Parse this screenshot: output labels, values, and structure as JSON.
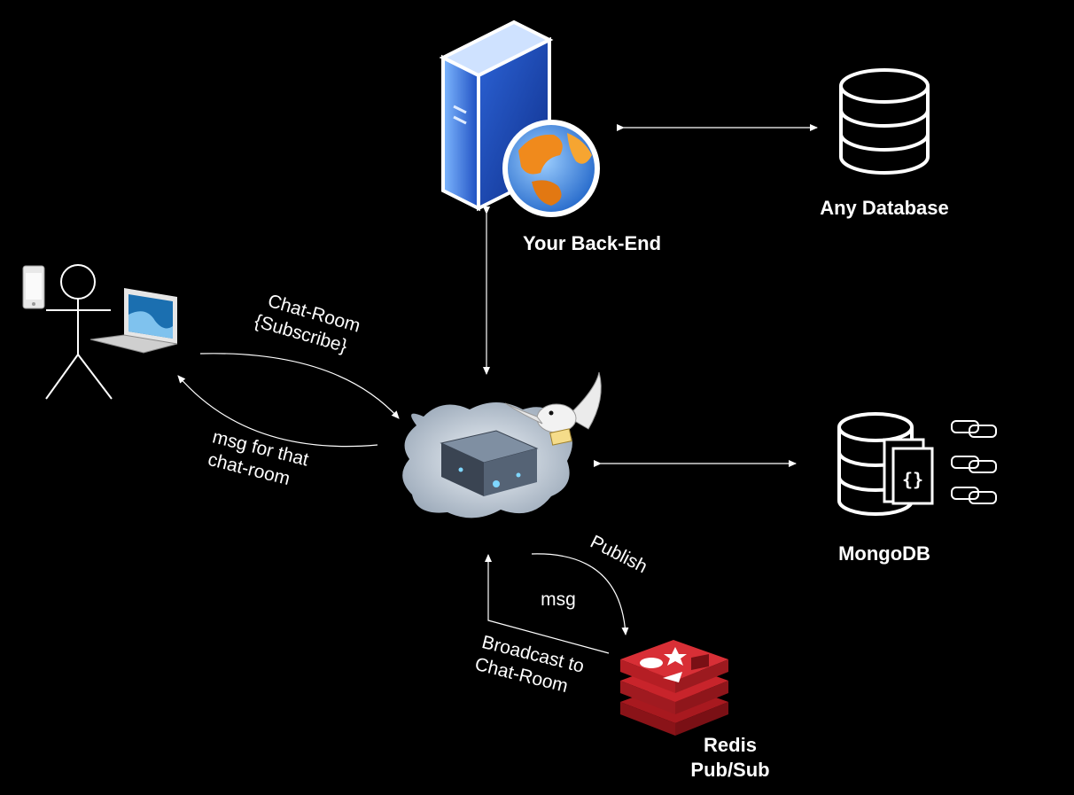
{
  "nodes": {
    "backend": "Your Back-End",
    "database": "Any Database",
    "mongodb": "MongoDB",
    "redis_line1": "Redis",
    "redis_line2": "Pub/Sub"
  },
  "edges": {
    "subscribe_line1": "Chat-Room",
    "subscribe_line2": "{Subscribe}",
    "msg_line1": "msg for that",
    "msg_line2": "chat-room",
    "publish": "Publish",
    "msg": "msg",
    "broadcast_line1": "Broadcast to",
    "broadcast_line2": "Chat-Room"
  },
  "colors": {
    "background": "#000000",
    "server_blue": "#2f66d8",
    "redis_red": "#c8242b",
    "globe_orange": "#f08a1c",
    "cloud": "#cfd6df"
  }
}
